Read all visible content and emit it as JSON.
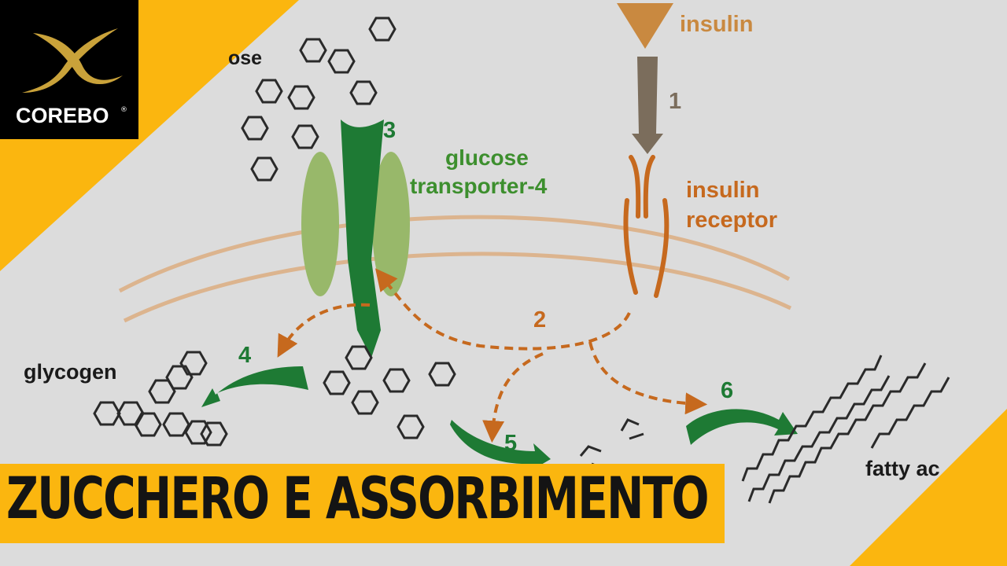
{
  "brand": {
    "logo_name": "COREBO",
    "registered_mark": "®"
  },
  "title": "ZUCCHERO E ASSORBIMENTO",
  "diagram": {
    "labels": {
      "glucose_partial": "ose",
      "insulin": "insulin",
      "insulin_receptor_line1": "insulin",
      "insulin_receptor_line2": "receptor",
      "glut4_line1": "glucose",
      "glut4_line2": "transporter-4",
      "glycogen": "glycogen",
      "fatty_acids_partial": "fatty ac"
    },
    "steps": [
      "1",
      "2",
      "3",
      "4",
      "5",
      "6"
    ]
  },
  "colors": {
    "background": "#dcdcdc",
    "accent_yellow": "#fbb60f",
    "green_dark": "#1e7a34",
    "green_label": "#3d8f2e",
    "green_light": "#98b86a",
    "orange": "#c6691e",
    "membrane": "#dcb48e",
    "arrow_gray": "#7b6d5c"
  }
}
